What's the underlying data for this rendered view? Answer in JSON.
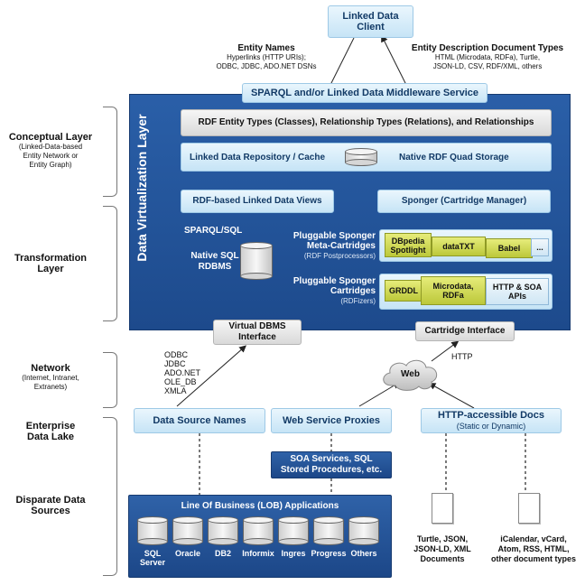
{
  "client": {
    "line1": "Linked Data",
    "line2": "Client"
  },
  "entity_names": {
    "title": "Entity Names",
    "l1": "Hyperlinks (HTTP URIs);",
    "l2": "ODBC, JDBC, ADO.NET DSNs"
  },
  "entity_docs": {
    "title": "Entity Description Document Types",
    "l1": "HTML (Microdata, RDFa), Turtle,",
    "l2": "JSON-LD, CSV, RDF/XML, others"
  },
  "middleware": "SPARQL and/or Linked Data Middleware Service",
  "dvl_title": "Data Virtualization Layer",
  "rdf_types": "RDF Entity Types (Classes), Relationship Types (Relations), and Relationships",
  "repo": "Linked Data Repository / Cache",
  "quad": "Native RDF Quad Storage",
  "views": "RDF-based Linked Data Views",
  "sponger": "Sponger (Cartridge Manager)",
  "sparql_sql": "SPARQL/SQL",
  "native_sql": {
    "l1": "Native SQL",
    "l2": "RDBMS"
  },
  "meta": {
    "l1": "Pluggable Sponger",
    "l2": "Meta-Cartridges",
    "sub": "(RDF Postprocessors)"
  },
  "meta_tiles": {
    "dbpedia1": "DBpedia",
    "dbpedia2": "Spotlight",
    "datatxt": "dataTXT",
    "babel": "Babel",
    "more": "..."
  },
  "carts": {
    "l1": "Pluggable Sponger",
    "l2": "Cartridges",
    "sub": "(RDFizers)"
  },
  "cart_tiles": {
    "grddl": "GRDDL",
    "micro1": "Microdata,",
    "micro2": "RDFa",
    "http1": "HTTP & SOA",
    "http2": "APIs"
  },
  "vdbms": {
    "l1": "Virtual DBMS",
    "l2": "Interface"
  },
  "cart_iface": "Cartridge Interface",
  "left_layers": {
    "conceptual": {
      "title": "Conceptual Layer",
      "s1": "(Linked-Data-based",
      "s2": "Entity Network or",
      "s3": "Entity Graph)"
    },
    "transformation": {
      "l1": "Transformation",
      "l2": "Layer"
    },
    "network": {
      "title": "Network",
      "s1": "(Internet, Intranet,",
      "s2": "Extranets)"
    },
    "lake": {
      "l1": "Enterprise",
      "l2": "Data Lake"
    },
    "sources": {
      "l1": "Disparate Data",
      "l2": "Sources"
    }
  },
  "protocols": [
    "ODBC",
    "JDBC",
    "ADO.NET",
    "OLE_DB",
    "XMLA"
  ],
  "http_label": "HTTP",
  "web_label": "Web",
  "dsn": "Data Source Names",
  "wsp": "Web Service Proxies",
  "http_docs": {
    "title": "HTTP-accessible Docs",
    "sub": "(Static or Dynamic)"
  },
  "soa": {
    "l1": "SOA Services, SQL",
    "l2": "Stored Procedures, etc."
  },
  "lob_title": "Line Of Business (LOB) Applications",
  "dbs": [
    {
      "l1": "SQL",
      "l2": "Server"
    },
    {
      "l1": "Oracle",
      "l2": ""
    },
    {
      "l1": "DB2",
      "l2": ""
    },
    {
      "l1": "Informix",
      "l2": ""
    },
    {
      "l1": "Ingres",
      "l2": ""
    },
    {
      "l1": "Progress",
      "l2": ""
    },
    {
      "l1": "Others",
      "l2": ""
    }
  ],
  "doc1": {
    "l1": "Turtle, JSON,",
    "l2": "JSON-LD, XML",
    "l3": "Documents"
  },
  "doc2": {
    "l1": "iCalendar, vCard,",
    "l2": "Atom, RSS, HTML,",
    "l3": "other document types"
  }
}
